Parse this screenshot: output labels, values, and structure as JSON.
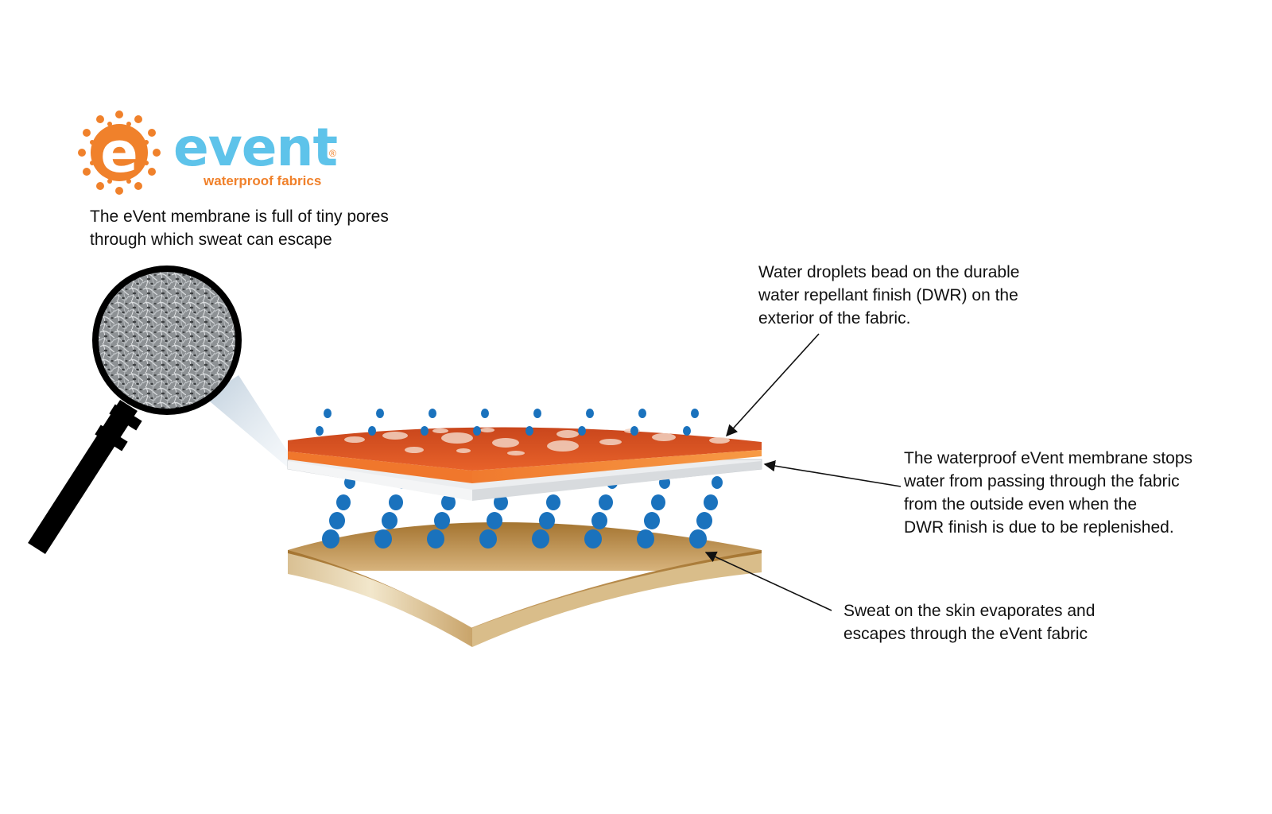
{
  "logo": {
    "wordmark": "event",
    "registered": "®",
    "tagline": "waterproof fabrics",
    "emblem_letter": "e",
    "colors": {
      "orange": "#f0812b",
      "blue": "#5ec3ea"
    }
  },
  "captions": {
    "membrane_pores": [
      "The eVent membrane is full of tiny pores",
      "through which sweat can escape"
    ],
    "dwr": [
      "Water droplets bead on the durable",
      "water repellant finish (DWR) on the",
      "exterior of the fabric."
    ],
    "membrane_waterproof": [
      "The waterproof eVent membrane stops",
      "water from passing through the fabric",
      "from the outside even when the",
      "DWR finish is due to be replenished."
    ],
    "sweat": [
      "Sweat on the skin evaporates and",
      "escapes through the eVent fabric"
    ]
  },
  "icons": {
    "magnifier": "magnifying-glass-icon",
    "logo_emblem": "sun-e-emblem-icon"
  },
  "colors": {
    "outer_fabric": "#e8622a",
    "outer_fabric_edge": "#f58a3a",
    "membrane": "#e6e8ea",
    "skin": "#c89a5c",
    "skin_light": "#efe0bf",
    "droplet": "#1a72bd"
  }
}
